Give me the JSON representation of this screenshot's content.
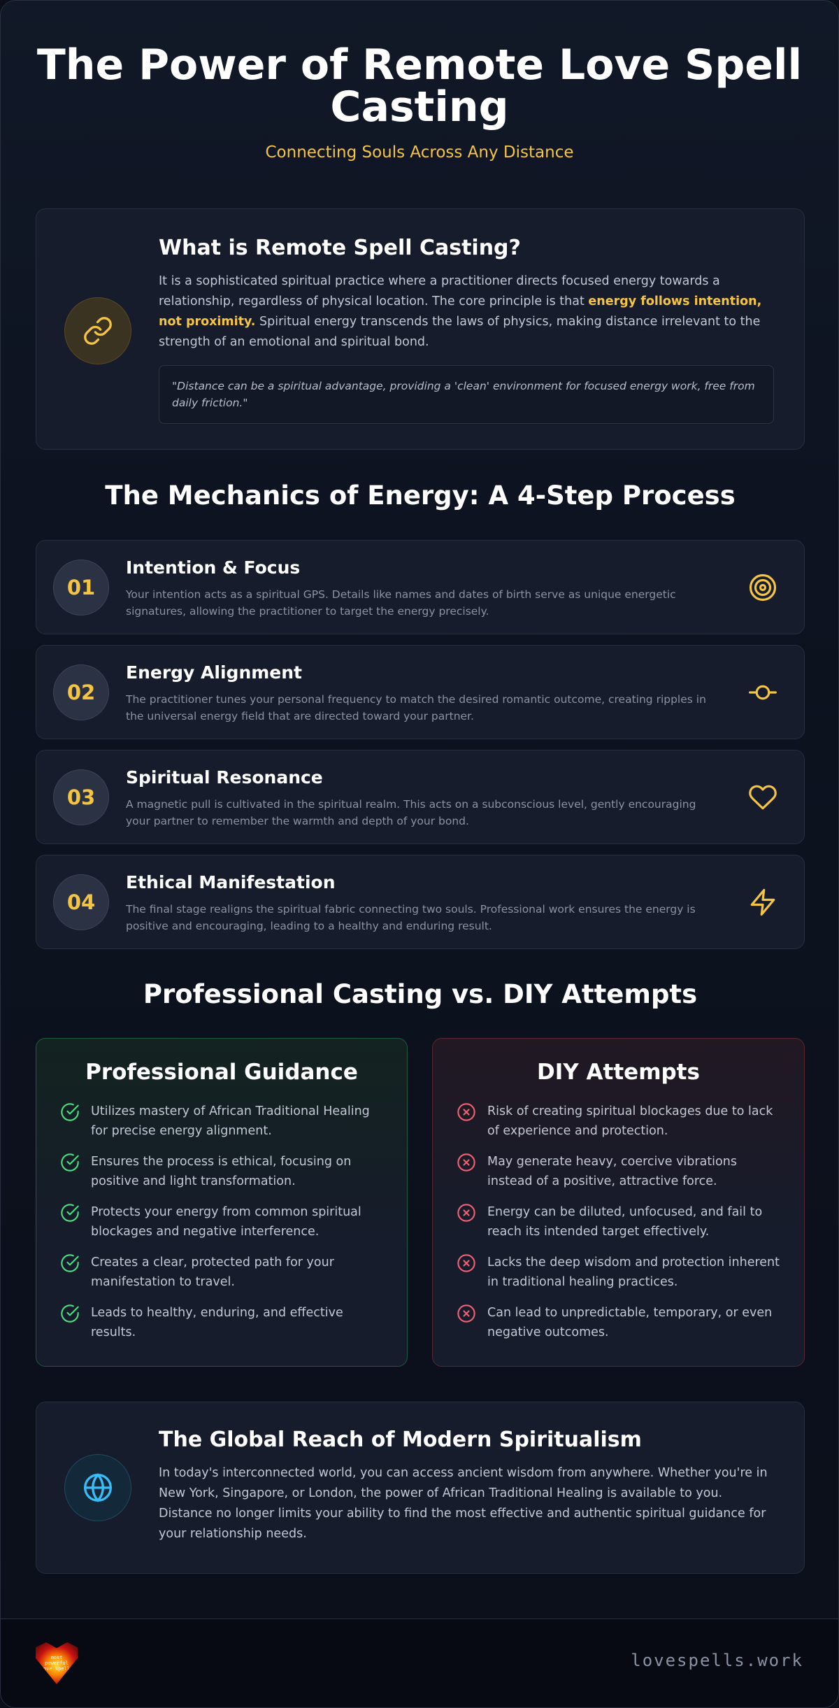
{
  "header": {
    "title": "The Power of Remote Love Spell Casting",
    "subtitle": "Connecting Souls Across Any Distance"
  },
  "intro": {
    "icon": "link-icon",
    "heading": "What is Remote Spell Casting?",
    "text_before": "It is a sophisticated spiritual practice where a practitioner directs focused energy towards a relationship, regardless of physical location. The core principle is that ",
    "highlight": "energy follows intention, not proximity.",
    "text_after": " Spiritual energy transcends the laws of physics, making distance irrelevant to the strength of an emotional and spiritual bond.",
    "quote": "\"Distance can be a spiritual advantage, providing a 'clean' environment for focused energy work, free from daily friction.\""
  },
  "process": {
    "heading": "The Mechanics of Energy: A 4-Step Process",
    "steps": [
      {
        "number": "01",
        "title": "Intention & Focus",
        "description": "Your intention acts as a spiritual GPS. Details like names and dates of birth serve as unique energetic signatures, allowing the practitioner to target the energy precisely.",
        "icon": "target-icon"
      },
      {
        "number": "02",
        "title": "Energy Alignment",
        "description": "The practitioner tunes your personal frequency to match the desired romantic outcome, creating ripples in the universal energy field that are directed toward your partner.",
        "icon": "commit-icon"
      },
      {
        "number": "03",
        "title": "Spiritual Resonance",
        "description": "A magnetic pull is cultivated in the spiritual realm. This acts on a subconscious level, gently encouraging your partner to remember the warmth and depth of your bond.",
        "icon": "heart-icon"
      },
      {
        "number": "04",
        "title": "Ethical Manifestation",
        "description": "The final stage realigns the spiritual fabric connecting two souls. Professional work ensures the energy is positive and encouraging, leading to a healthy and enduring result.",
        "icon": "lightning-icon"
      }
    ]
  },
  "comparison": {
    "heading": "Professional Casting vs. DIY Attempts",
    "professional": {
      "title": "Professional Guidance",
      "items": [
        "Utilizes mastery of African Traditional Healing for precise energy alignment.",
        "Ensures the process is ethical, focusing on positive and light transformation.",
        "Protects your energy from common spiritual blockages and negative interference.",
        "Creates a clear, protected path for your manifestation to travel.",
        "Leads to healthy, enduring, and effective results."
      ]
    },
    "diy": {
      "title": "DIY Attempts",
      "items": [
        "Risk of creating spiritual blockages due to lack of experience and protection.",
        "May generate heavy, coercive vibrations instead of a positive, attractive force.",
        "Energy can be diluted, unfocused, and fail to reach its intended target effectively.",
        "Lacks the deep wisdom and protection inherent in traditional healing practices.",
        "Can lead to unpredictable, temporary, or even negative outcomes."
      ]
    }
  },
  "global": {
    "icon": "globe-icon",
    "heading": "The Global Reach of Modern Spiritualism",
    "text": "In today's interconnected world, you can access ancient wisdom from anywhere. Whether you're in New York, Singapore, or London, the power of African Traditional Healing is available to you. Distance no longer limits your ability to find the most effective and authentic spiritual guidance for your relationship needs."
  },
  "footer": {
    "logo_text": "most powerful love spells",
    "domain": "lovespells.work"
  },
  "colors": {
    "accent": "#f5c542",
    "success": "#4ade80",
    "danger": "#f06272",
    "info": "#38bdf8"
  }
}
